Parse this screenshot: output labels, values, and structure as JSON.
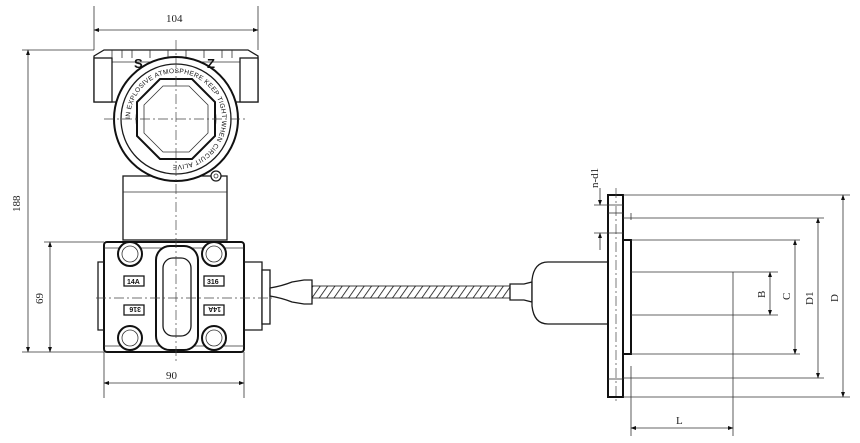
{
  "dimensions": {
    "top_width": "104",
    "overall_height": "188",
    "flange_height": "69",
    "bottom_width": "90",
    "hole_spec": "n-d1",
    "dim_b": "B",
    "dim_c": "C",
    "dim_d1": "D1",
    "dim_d": "D",
    "dim_l": "L"
  },
  "housing": {
    "label_s": "S",
    "label_z": "Z",
    "ring_text": "IN EXPLOSIVE ATMOSPHERE KEEP TIGHT WHEN CIRCUIT ALIVE"
  },
  "flange_plates": {
    "top_left": "14A",
    "top_right": "316",
    "bottom_left": "316",
    "bottom_right": "14A"
  }
}
